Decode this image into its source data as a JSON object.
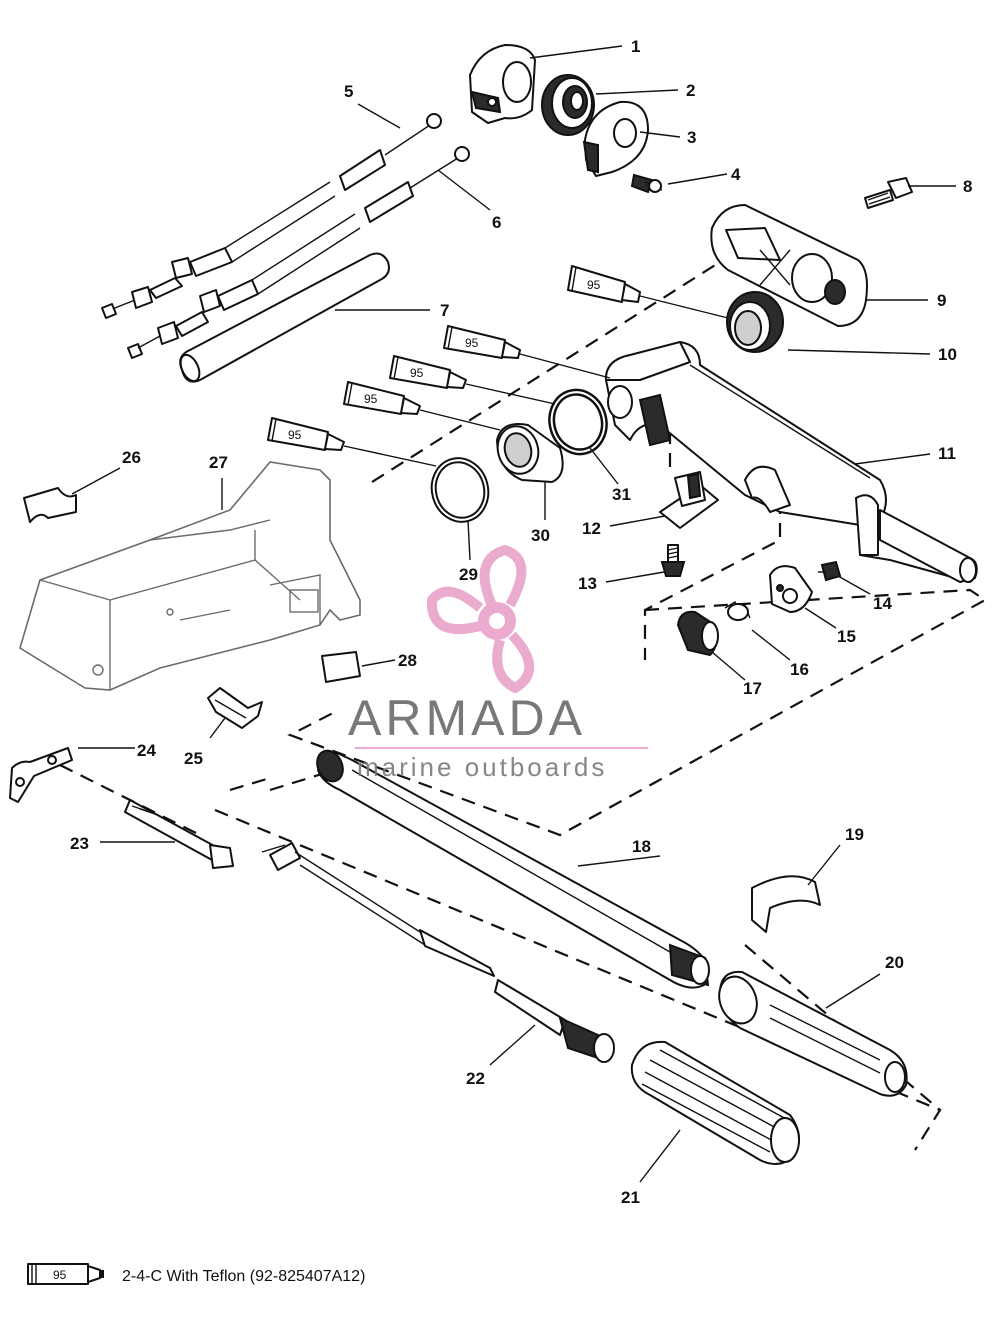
{
  "callouts": [
    "1",
    "2",
    "3",
    "4",
    "5",
    "6",
    "7",
    "8",
    "9",
    "10",
    "11",
    "12",
    "13",
    "14",
    "15",
    "16",
    "17",
    "18",
    "19",
    "20",
    "21",
    "22",
    "23",
    "24",
    "25",
    "26",
    "27",
    "28",
    "29",
    "30",
    "31"
  ],
  "lubricant_tube_label": "95",
  "legend": {
    "tube_label": "95",
    "text": "2-4-C  With Teflon (92-825407A12)"
  },
  "watermark": {
    "brand": "ARMADA",
    "tagline": "marine outboards",
    "accent_color": "#e9a3c9",
    "icon": "propeller-icon"
  }
}
